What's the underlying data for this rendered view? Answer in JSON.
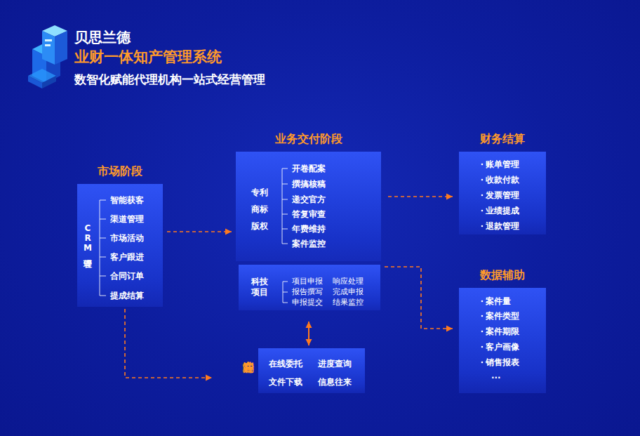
{
  "diagram": {
    "title": "业财一体知产管理系统",
    "nodes": [
      {
        "text": [
          "市场阶段",
          "CRM管理",
          "智能获客",
          "渠道管理",
          "市场活动",
          "客户跟进",
          "合同订单",
          "提成结算"
        ]
      },
      {
        "text": [
          "业务交付阶段",
          "专利",
          "商标",
          "版权",
          "开卷配案",
          "撰搞核稿",
          "递交官方",
          "答复审查",
          "年费维持",
          "案件监控"
        ]
      },
      {
        "text": [
          "科技项目",
          "项目申报",
          "报告撰写",
          "申报提交",
          "响应处理",
          "完成申报",
          "结果监控"
        ]
      },
      {
        "text": [
          "客户端",
          "在线委托",
          "进度查询",
          "文件下载",
          "信息往来"
        ]
      },
      {
        "text": [
          "财务结算",
          "账单管理",
          "收款付款",
          "发票管理",
          "业绩提成",
          "退款管理"
        ]
      },
      {
        "text": [
          "数据辅助",
          "案件量",
          "案件类型",
          "案件期限",
          "客户画像",
          "销售报表",
          "..."
        ]
      }
    ],
    "edges": [
      {
        "from": 0,
        "to": 1,
        "arrow": "to"
      },
      {
        "from": 1,
        "to": 4,
        "arrow": "to"
      },
      {
        "from": 1,
        "to": 5,
        "arrow": "to"
      },
      {
        "from": 2,
        "to": 3,
        "arrow": "both"
      },
      {
        "from": 0,
        "to": 3,
        "arrow": "to"
      }
    ],
    "labels": [
      "贝思兰德",
      "数智化赋能代理机构一站式经营管理"
    ]
  }
}
